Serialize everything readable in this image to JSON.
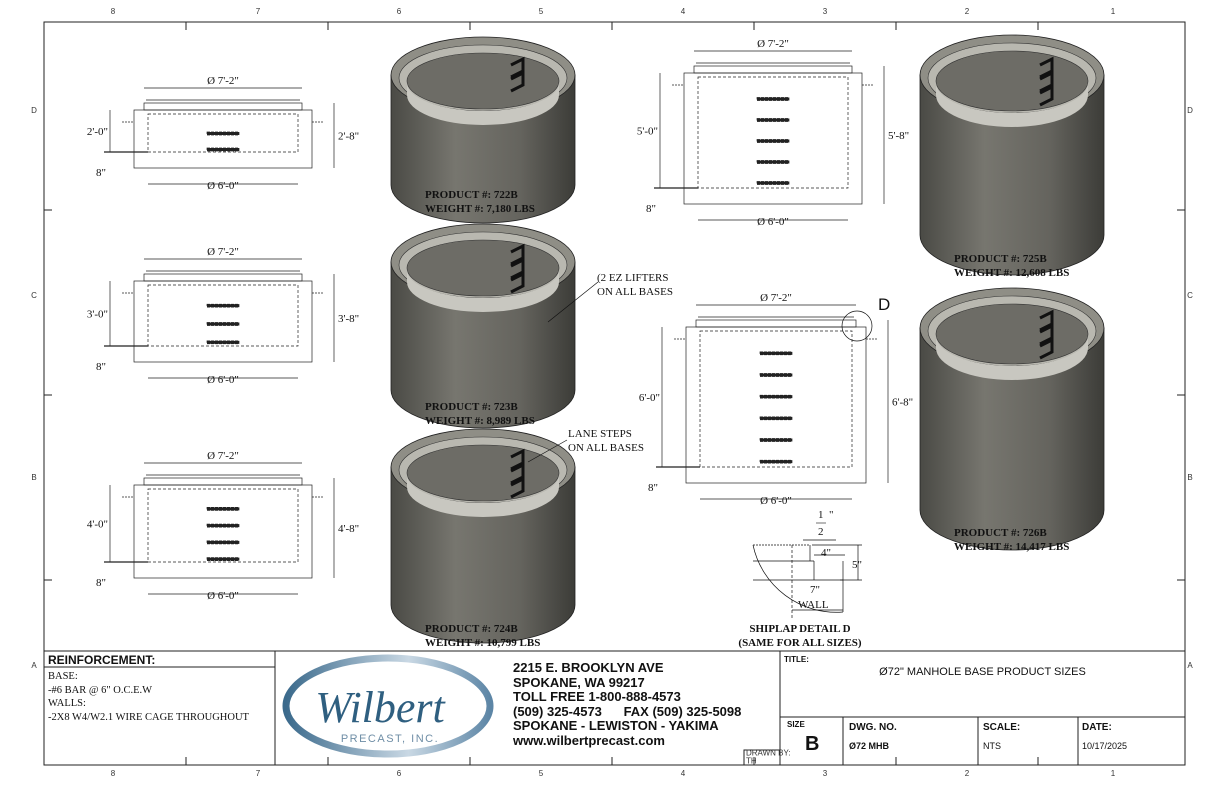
{
  "zones": {
    "columns": [
      "8",
      "7",
      "6",
      "5",
      "4",
      "3",
      "2",
      "1"
    ],
    "rows": [
      "D",
      "C",
      "B",
      "A"
    ]
  },
  "elevations": [
    {
      "product": "722B",
      "top_dia": "Ø 7'-2\"",
      "base_dia": "Ø 6'-0\"",
      "inner_height": "2'-0\"",
      "overall_height": "2'-8\"",
      "base_thk": "8\""
    },
    {
      "product": "723B",
      "top_dia": "Ø 7'-2\"",
      "base_dia": "Ø 6'-0\"",
      "inner_height": "3'-0\"",
      "overall_height": "3'-8\"",
      "base_thk": "8\""
    },
    {
      "product": "724B",
      "top_dia": "Ø 7'-2\"",
      "base_dia": "Ø 6'-0\"",
      "inner_height": "4'-0\"",
      "overall_height": "4'-8\"",
      "base_thk": "8\""
    },
    {
      "product": "725B",
      "top_dia": "Ø 7'-2\"",
      "base_dia": "Ø 6'-0\"",
      "inner_height": "5'-0\"",
      "overall_height": "5'-8\"",
      "base_thk": "8\""
    },
    {
      "product": "726B",
      "top_dia": "Ø 7'-2\"",
      "base_dia": "Ø 6'-0\"",
      "inner_height": "6'-0\"",
      "overall_height": "6'-8\"",
      "base_thk": "8\""
    }
  ],
  "products": [
    {
      "product_line": "PRODUCT #: 722B",
      "weight_line": "WEIGHT #: 7,180 LBS"
    },
    {
      "product_line": "PRODUCT #: 723B",
      "weight_line": "WEIGHT #: 8,989 LBS"
    },
    {
      "product_line": "PRODUCT #: 724B",
      "weight_line": "WEIGHT #: 10,799 LBS"
    },
    {
      "product_line": "PRODUCT #: 725B",
      "weight_line": "WEIGHT #: 12,608 LBS"
    },
    {
      "product_line": "PRODUCT #: 726B",
      "weight_line": "WEIGHT #: 14,417 LBS"
    }
  ],
  "callouts": {
    "lifters_1": "(2 EZ LIFTERS",
    "lifters_2": "ON ALL BASES",
    "steps_1": "LANE STEPS",
    "steps_2": "ON ALL BASES",
    "detail_tag": "D"
  },
  "detail": {
    "half_num": "1",
    "half_den": "2",
    "half_unit": "\"",
    "four": "4\"",
    "five": "5\"",
    "seven": "7\"",
    "wall": "WALL",
    "title": "SHIPLAP DETAIL D",
    "subtitle": "(SAME FOR ALL SIZES)"
  },
  "title_block": {
    "reinforcement_header": "REINFORCEMENT:",
    "reinforcement_lines": [
      "BASE:",
      "-#6 BAR @ 6\" O.C.E.W",
      "WALLS:",
      "-2X8 W4/W2.1 WIRE CAGE THROUGHOUT"
    ],
    "logo_name": "Wilbert",
    "logo_sub": "PRECAST, INC.",
    "address_lines": [
      "2215 E. BROOKLYN AVE",
      "SPOKANE, WA 99217",
      "TOLL FREE 1-800-888-4573",
      "(509) 325-4573      FAX (509) 325-5098",
      "SPOKANE - LEWISTON - YAKIMA",
      "www.wilbertprecast.com"
    ],
    "drawn_by_label": "DRAWN BY:",
    "drawn_by": "TH",
    "title_label": "TITLE:",
    "title": "Ø72\" MANHOLE BASE PRODUCT SIZES",
    "size_label": "SIZE",
    "size": "B",
    "dwg_label": "DWG. NO.",
    "dwg": "Ø72 MHB",
    "scale_label": "SCALE:",
    "scale": "NTS",
    "date_label": "DATE:",
    "date": "10/17/2025"
  }
}
